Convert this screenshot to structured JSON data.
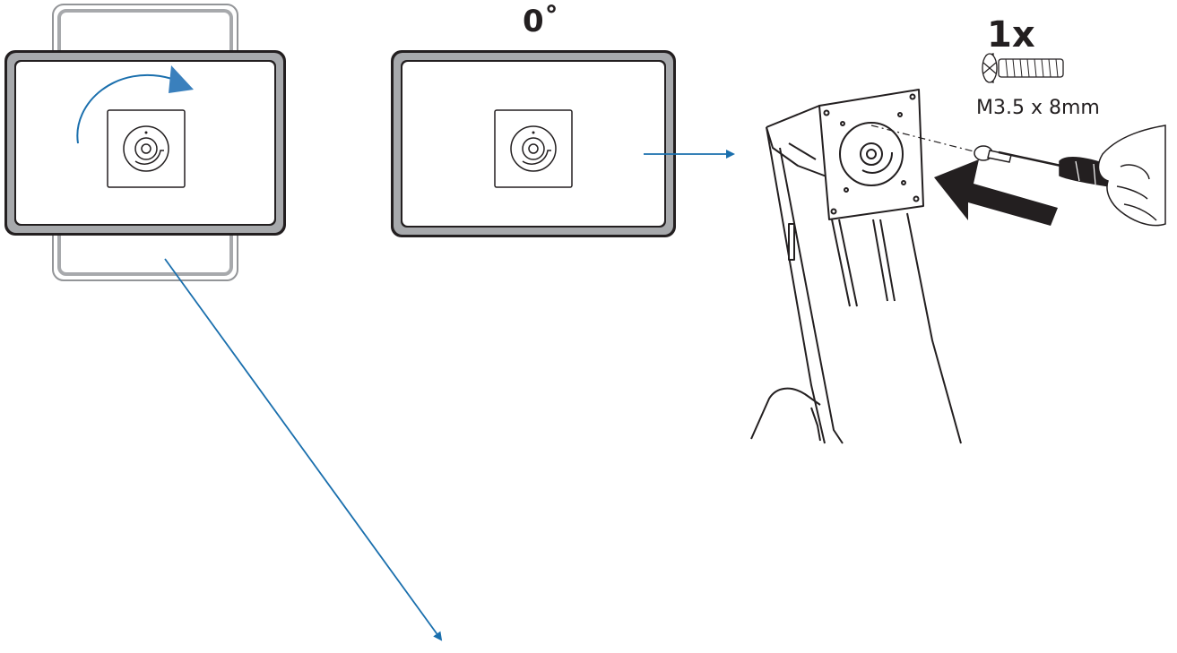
{
  "labels": {
    "rotation_angle": "0˚",
    "screw_quantity": "1x",
    "screw_spec": "M3.5 x 8mm"
  },
  "colors": {
    "outline": "#231f20",
    "bezel_fill": "#a7a9ac",
    "rotated_frame": "#939598",
    "arrow_blue": "#1a6fad",
    "rotation_arrow_fill": "#3a80bd",
    "push_arrow": "#231f20"
  },
  "icons": [
    "monitor-portrait-ghost-icon",
    "monitor-landscape-icon",
    "rotation-arrow-icon",
    "vesa-plate-icon",
    "monitor-stand-icon",
    "screw-icon",
    "screwdriver-icon",
    "hand-icon",
    "push-arrow-icon",
    "flow-arrow-icon"
  ]
}
